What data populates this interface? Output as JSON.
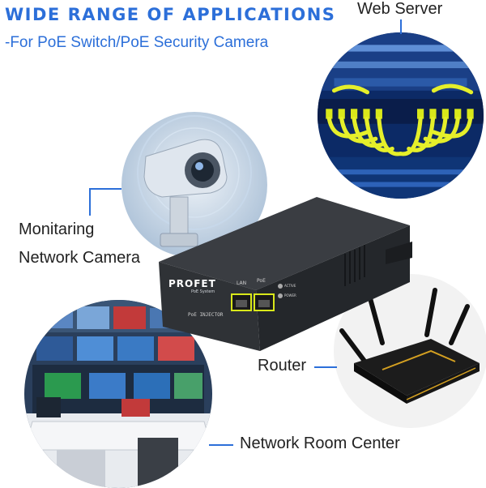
{
  "header": {
    "title": "WIDE RANGE OF APPLICATIONS",
    "subtitle": "-For PoE Switch/PoE Security Camera"
  },
  "applications": {
    "web_server": "Web Server",
    "camera_line1": "Monitaring",
    "camera_line2": "Network Camera",
    "router": "Router",
    "room_center": "Network Room Center"
  },
  "device": {
    "brand": "PROFET",
    "brand_sub": "PoE System",
    "port_lan": "LAN",
    "port_poe": "PoE",
    "led_active": "ACTIVE",
    "led_power": "POWER",
    "model": "PoE INJECTOR"
  },
  "colors": {
    "accent": "#2c6fd9",
    "cable": "#d9e81a"
  }
}
